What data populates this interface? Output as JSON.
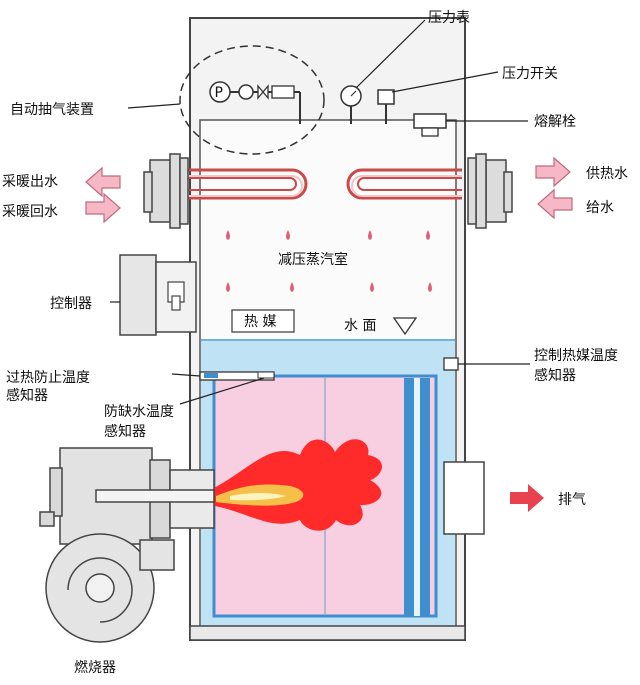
{
  "labels": {
    "pressure_gauge": "压力表",
    "pressure_switch": "压力开关",
    "auto_vent": "自动抽气装置",
    "fusible_plug": "熔解栓",
    "heating_outlet": "采暖出水",
    "heating_return": "采暖回水",
    "hot_water_supply": "供热水",
    "water_supply": "给水",
    "decompression_chamber": "减压蒸汽室",
    "controller": "控制器",
    "heat_medium": "热 媒",
    "water_surface": "水 面",
    "overheat_sensor_l1": "过热防止温度",
    "overheat_sensor_l2": "感知器",
    "low_water_sensor_l1": "防缺水温度",
    "low_water_sensor_l2": "感知器",
    "medium_sensor_l1": "控制热媒温度",
    "medium_sensor_l2": "感知器",
    "exhaust": "排气",
    "burner": "燃烧器",
    "pump_symbol": "P"
  },
  "colors": {
    "outline": "#333333",
    "body_fill": "#f7f7f7",
    "water": "#bfe3f5",
    "furnace": "#f8cfe0",
    "tube_blue": "#3f8fd0",
    "flame_red": "#ff2a2a",
    "flame_core": "#f4c04a",
    "arrow_pink": "#f6b8c6",
    "exhaust_arrow": "#e8414f",
    "droplet": "#e0607a",
    "coil": "#c84a4a",
    "burner_gray": "#d9d9d9"
  }
}
